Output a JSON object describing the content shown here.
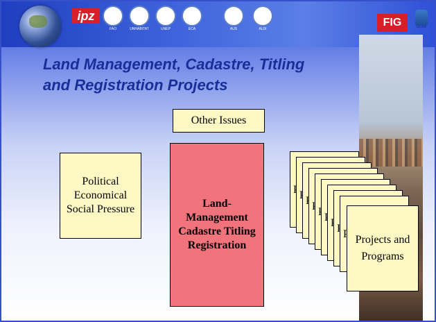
{
  "header": {
    "logos": [
      {
        "name": "fao-logo",
        "caption": "FAO"
      },
      {
        "name": "unhabitat-logo",
        "caption": "UNHABITAT"
      },
      {
        "name": "unep-logo",
        "caption": "UNEP"
      },
      {
        "name": "eca-logo",
        "caption": "ECA"
      },
      {
        "name": "aus-logo",
        "caption": "AUS"
      },
      {
        "name": "aldi-logo",
        "caption": "ALDI"
      },
      {
        "name": "oicrf-logo",
        "caption": "OICRF"
      }
    ],
    "ipz_label": "ipz",
    "fig_label": "FIG"
  },
  "slide": {
    "title_line1": "Land Management, Cadastre, Titling",
    "title_line2": "and Registration Projects",
    "other_issues": "Other Issues",
    "political_box": "Political Economical Social Pressure",
    "land_box": "Land-Management Cadastre Titling Registration",
    "card_fragment": "P",
    "projects_box": "Projects and Programs"
  },
  "colors": {
    "title": "#1a2e9a",
    "box_fill": "#fdf8c4",
    "land_box_fill": "#f1747c",
    "fig_red": "#d81f27"
  }
}
